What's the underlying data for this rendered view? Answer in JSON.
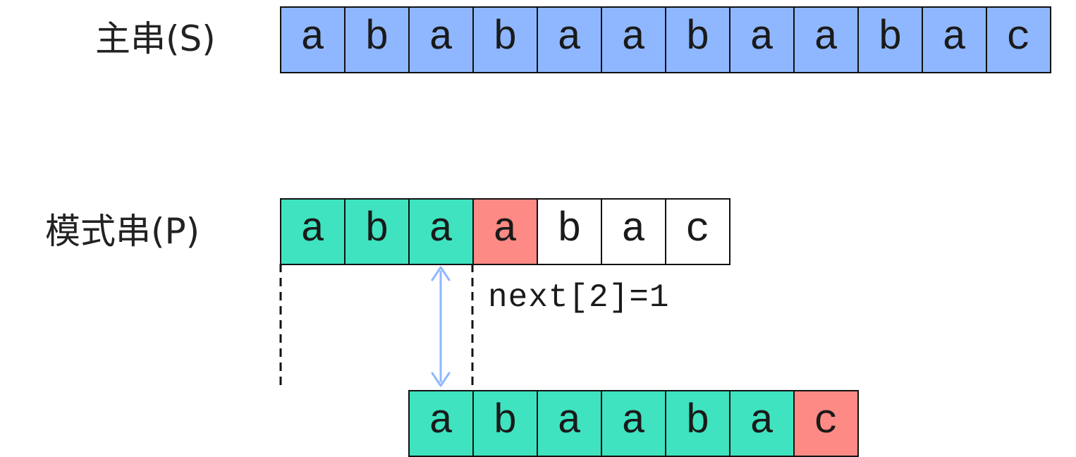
{
  "main_string": {
    "label": "主串(S)",
    "cells": [
      "a",
      "b",
      "a",
      "b",
      "a",
      "a",
      "b",
      "a",
      "a",
      "b",
      "a",
      "c"
    ],
    "color": "#8fb7ff"
  },
  "pattern_string": {
    "label": "模式串(P)",
    "cells": [
      "a",
      "b",
      "a",
      "a",
      "b",
      "a",
      "c"
    ],
    "states": [
      "match",
      "match",
      "match",
      "mismatch",
      "none",
      "none",
      "none"
    ]
  },
  "shifted_pattern": {
    "cells": [
      "a",
      "b",
      "a",
      "a",
      "b",
      "a",
      "c"
    ],
    "states": [
      "match",
      "match",
      "match",
      "match",
      "match",
      "match",
      "mismatch"
    ]
  },
  "annotation": {
    "next_text": "next[2]=1"
  },
  "colors": {
    "match": "#3fe3bf",
    "mismatch": "#fd8a84",
    "none": "#ffffff",
    "arrow": "#8fb7ff"
  }
}
